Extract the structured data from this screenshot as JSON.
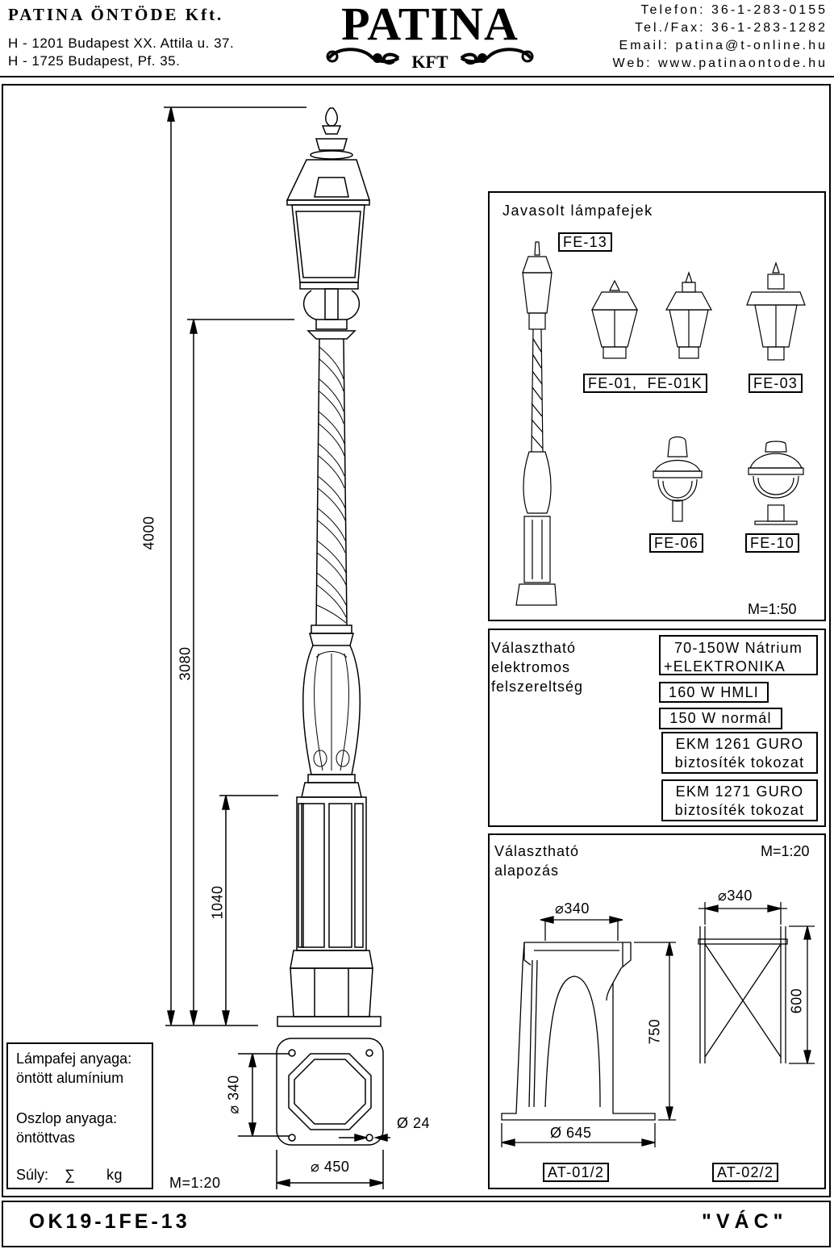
{
  "header": {
    "company": "PATINA ÖNTÖDE Kft.",
    "address1": "H - 1201 Budapest XX. Attila u. 37.",
    "address2": "H - 1725 Budapest, Pf. 35.",
    "logo_main": "PATINA",
    "logo_sub": "KFT",
    "phone": "Telefon: 36-1-283-0155",
    "fax": "Tel./Fax: 36-1-283-1282",
    "email": "Email: patina@t-online.hu",
    "web": "Web: www.patinaontode.hu"
  },
  "main_drawing": {
    "dim_total": "4000",
    "dim_mid": "3080",
    "dim_low": "1040",
    "base_side": "340",
    "base_hole": "Ø 24",
    "base_width": "450",
    "scale": "M=1:20"
  },
  "materials": {
    "head_label": "Lámpafej anyaga:",
    "head_value": "öntött alumínium",
    "pole_label": "Oszlop anyaga:",
    "pole_value": "öntöttvas",
    "weight_label": "Súly:",
    "weight_symbol": "∑",
    "weight_unit": "kg"
  },
  "lamp_heads": {
    "title": "Javasolt lámpafejek",
    "labels": [
      "FE-13",
      "FE-01,  FE-01K",
      "FE-03",
      "FE-06",
      "FE-10"
    ],
    "scale": "M=1:50"
  },
  "electrical": {
    "title_lines": [
      "Választható",
      "elektromos",
      "felszereltség"
    ],
    "options": [
      [
        "70-150W Nátrium",
        "+ELEKTRONIKA"
      ],
      [
        "160 W HMLI"
      ],
      [
        "150 W normál"
      ],
      [
        "EKM 1261 GURO",
        "biztosíték tokozat"
      ],
      [
        "EKM 1271 GURO",
        "biztosíték tokozat"
      ]
    ]
  },
  "foundation": {
    "title_lines": [
      "Választható",
      "alapozás"
    ],
    "scale": "M=1:20",
    "a_top": "340",
    "a_height": "750",
    "a_bottom": "Ø 645",
    "a_label": "AT-01/2",
    "b_top": "340",
    "b_height": "600",
    "b_label": "AT-02/2"
  },
  "footer": {
    "code": "OK19-1FE-13",
    "name": "\"VÁC\""
  }
}
